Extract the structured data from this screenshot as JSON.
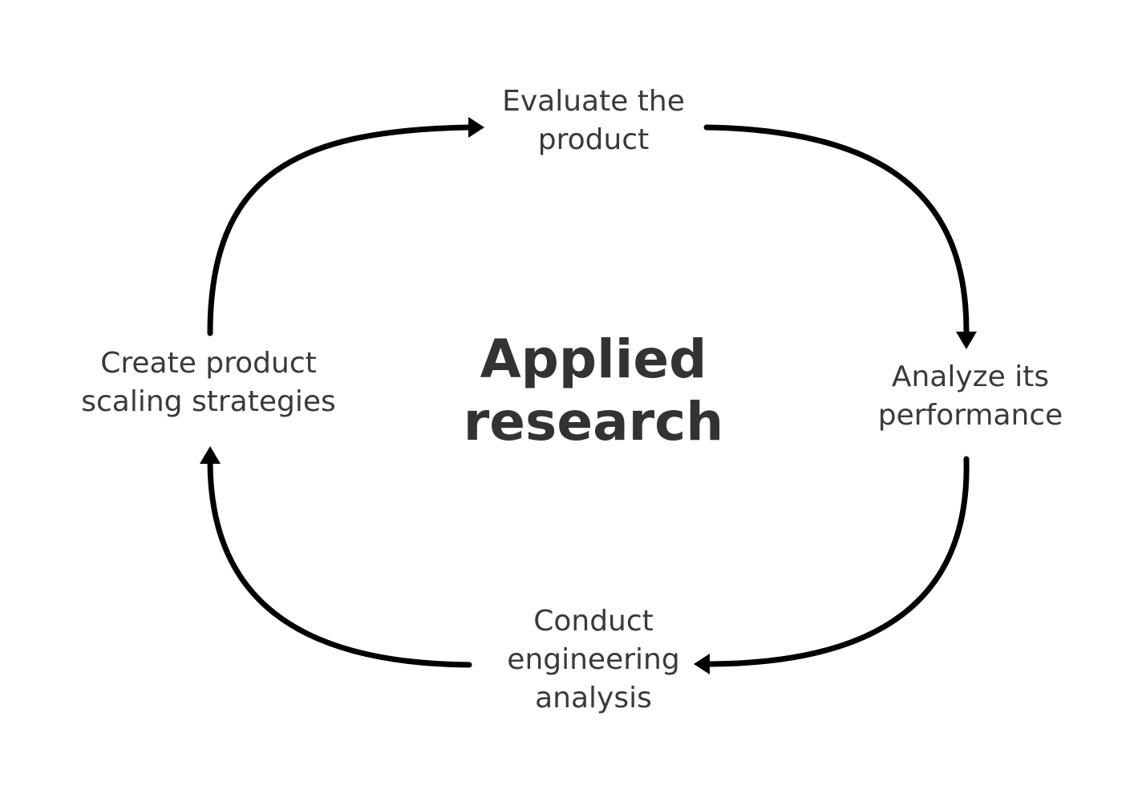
{
  "center": {
    "line1": "Applied",
    "line2": "research"
  },
  "steps": [
    {
      "line1": "Evaluate the",
      "line2": "product"
    },
    {
      "line1": "Analyze its",
      "line2": "performance"
    },
    {
      "line1": "Conduct",
      "line2": "engineering",
      "line3": "analysis"
    },
    {
      "line1": "Create product",
      "line2": "scaling strategies"
    }
  ],
  "colors": {
    "arrow": "#000000",
    "step_text": "#3a3a3a",
    "center_text": "#333333",
    "background": "#ffffff"
  }
}
